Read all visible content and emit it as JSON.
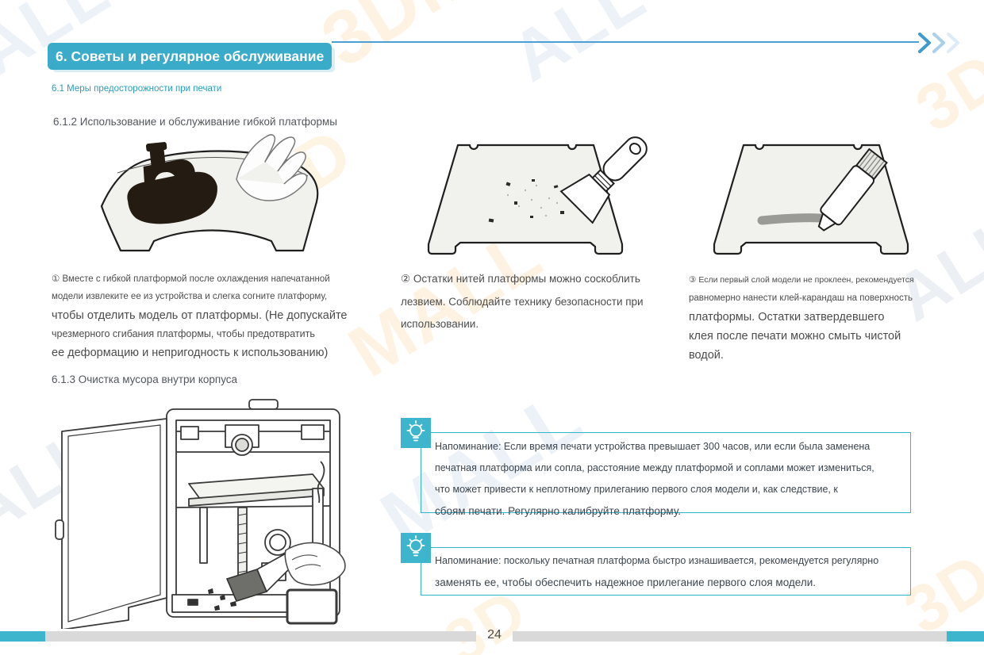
{
  "header": {
    "title": "6. Советы и регулярное обслуживание"
  },
  "sections": {
    "precautions": "6.1 Меры предосторожности при печати",
    "platform_use": "6.1.2 Использование и обслуживание гибкой платформы",
    "debris_cleaning": "6.1.3 Очистка мусора внутри корпуса"
  },
  "captions": {
    "step1": [
      "① Вместе с гибкой платформой после охлаждения напечатанной",
      "модели извлеките ее из устройства и слегка согните платформу,",
      "чтобы отделить модель от платформы. (Не допускайте",
      "чрезмерного сгибания платформы, чтобы предотвратить",
      "ее деформацию и непригодность к использованию)"
    ],
    "step2": [
      "② Остатки нитей платформы можно соскоблить",
      "лезвием. Соблюдайте технику безопасности при",
      "использовании."
    ],
    "step3": [
      "③ Если первый слой модели не проклеен, рекомендуется",
      "равномерно нанести клей-карандаш на поверхность",
      "платформы. Остатки затвердевшего",
      "клея после печати можно смыть чистой",
      "водой."
    ]
  },
  "reminders": {
    "r1": {
      "lines": [
        "Напоминание: Если время печати устройства превышает 300 часов, или если была заменена",
        "печатная платформа или сопла, расстояние между платформой и соплами может измениться,",
        "что может привести к неплотному прилеганию первого слоя модели и, как следствие, к",
        "сбоям печати. Регулярно калибруйте платформу."
      ]
    },
    "r2": {
      "lines": [
        "Напоминание: поскольку печатная платформа быстро изнашивается, рекомендуется регулярно",
        "заменять ее, чтобы обеспечить надежное прилегание первого слоя модели."
      ]
    }
  },
  "footer": {
    "page_number": "24"
  },
  "watermarks": {
    "items": [
      {
        "text": "ALL"
      },
      {
        "text": "3DM"
      },
      {
        "text": "ALL"
      },
      {
        "text": "3D"
      },
      {
        "text": "3D"
      },
      {
        "text": "MALL"
      },
      {
        "text": "ALL"
      },
      {
        "text": "MALL"
      },
      {
        "text": "ALL"
      },
      {
        "text": "3D"
      },
      {
        "text": "3D"
      },
      {
        "text": "3D"
      }
    ]
  },
  "colors": {
    "accent_teal": "#3aabc8",
    "icon_teal": "#3db5cd",
    "header_line_blue": "#4aa0d4",
    "reminder_border": "#35b3c9",
    "footer_gray": "#d9d9d9",
    "section_teal": "#2d9cba"
  }
}
